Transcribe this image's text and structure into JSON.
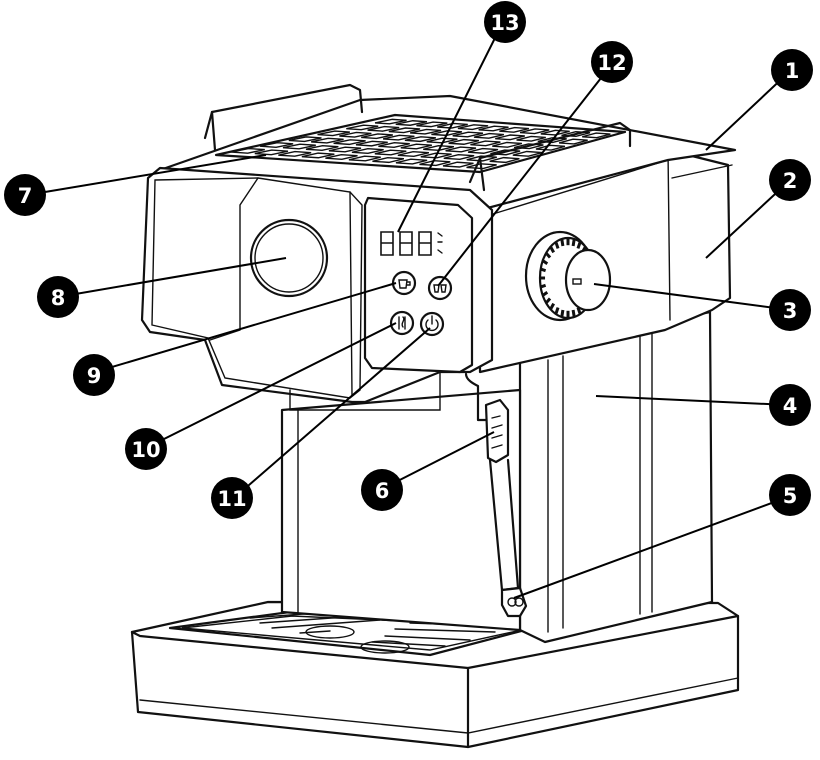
{
  "callouts": [
    {
      "id": "c1",
      "number": "1"
    },
    {
      "id": "c2",
      "number": "2"
    },
    {
      "id": "c3",
      "number": "3"
    },
    {
      "id": "c4",
      "number": "4"
    },
    {
      "id": "c5",
      "number": "5"
    },
    {
      "id": "c6",
      "number": "6"
    },
    {
      "id": "c7",
      "number": "7"
    },
    {
      "id": "c8",
      "number": "8"
    },
    {
      "id": "c9",
      "number": "9"
    },
    {
      "id": "c10",
      "number": "10"
    },
    {
      "id": "c11",
      "number": "11"
    },
    {
      "id": "c12",
      "number": "12"
    },
    {
      "id": "c13",
      "number": "13"
    }
  ],
  "icons": {
    "button_9": "cup-icon",
    "button_10": "steam-icon",
    "button_11": "power-icon",
    "button_12": "double-cup-icon",
    "display": "digital-display"
  }
}
